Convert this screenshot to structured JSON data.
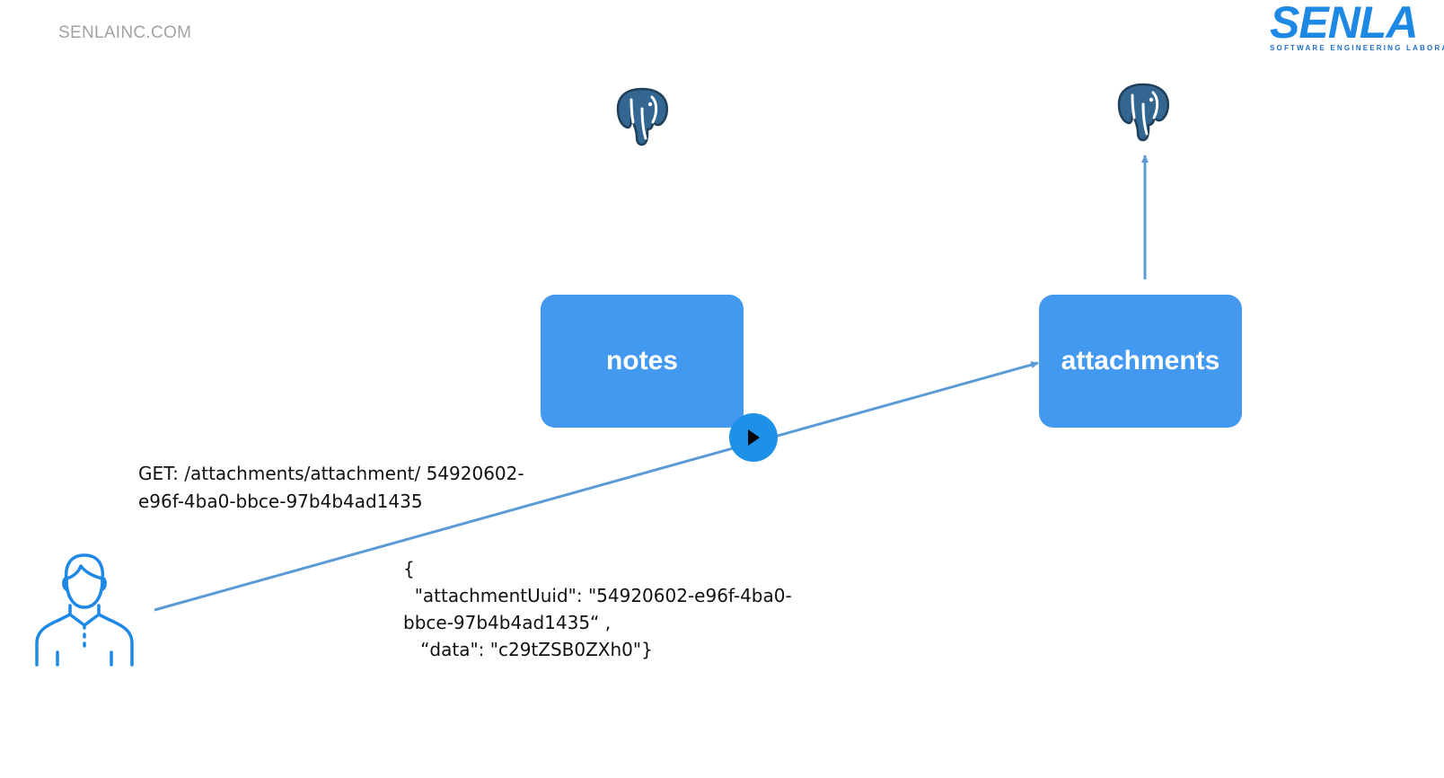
{
  "header": {
    "site_url": "SENLAINC.COM",
    "logo": {
      "word": "SENLA",
      "tagline": "SOFTWARE ENGINEERING LABORATORY"
    }
  },
  "services": {
    "notes": {
      "label": "notes"
    },
    "attachments": {
      "label": "attachments"
    }
  },
  "request": {
    "line1": "GET: /attachments/attachment/ 54920602-",
    "line2": "e96f-4ba0-bbce-97b4b4ad1435"
  },
  "response": {
    "line1": "{",
    "line2": "  \"attachmentUuid\": \"54920602-e96f-4ba0-",
    "line3": "bbce-97b4b4ad1435“ ,",
    "line4": "   “data\": \"c29tZSB0ZXh0\"}"
  },
  "icons": {
    "database": "postgresql-elephant-icon",
    "user": "user-icon",
    "play": "play-icon"
  },
  "colors": {
    "box": "#4399ef",
    "arrow": "#5b9bd5",
    "play": "#1d90e8",
    "icon_blue": "#336791",
    "user_stroke": "#1e88e5",
    "url_gray": "#a3a3a3",
    "logo_blue": "#1e88e5"
  }
}
